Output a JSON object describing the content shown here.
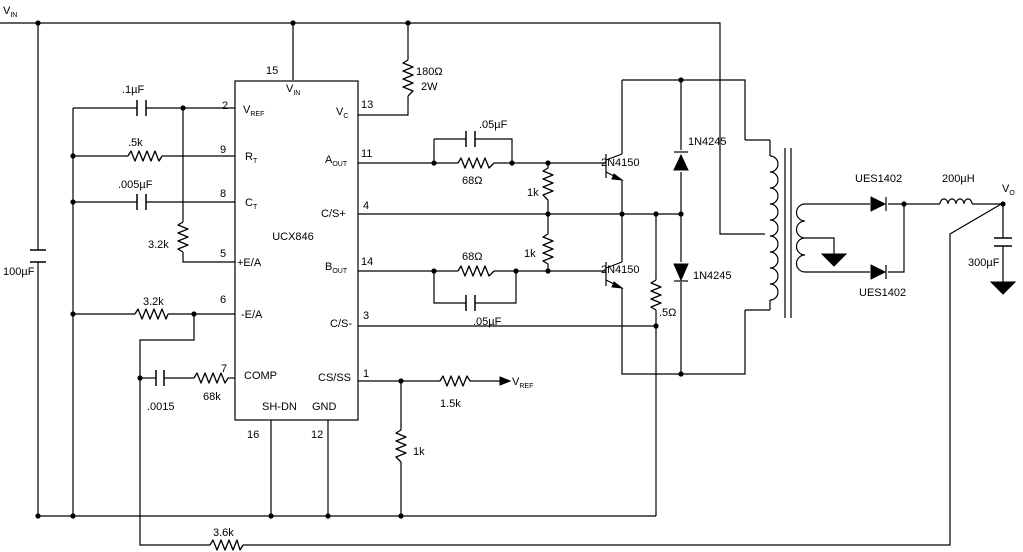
{
  "ic": {
    "name": "UCX846",
    "pins": [
      {
        "num": "15",
        "label": "V",
        "sub": "IN"
      },
      {
        "num": "2",
        "label": "V",
        "sub": "REF"
      },
      {
        "num": "9",
        "label": "R",
        "sub": "T"
      },
      {
        "num": "8",
        "label": "C",
        "sub": "T"
      },
      {
        "num": "5",
        "label": "+E/A",
        "sub": ""
      },
      {
        "num": "6",
        "label": "-E/A",
        "sub": ""
      },
      {
        "num": "7",
        "label": "COMP",
        "sub": ""
      },
      {
        "num": "13",
        "label": "V",
        "sub": "C"
      },
      {
        "num": "11",
        "label": "A",
        "sub": "OUT"
      },
      {
        "num": "4",
        "label": "C/S+",
        "sub": ""
      },
      {
        "num": "14",
        "label": "B",
        "sub": "OUT"
      },
      {
        "num": "3",
        "label": "C/S-",
        "sub": ""
      },
      {
        "num": "1",
        "label": "CS/SS",
        "sub": ""
      },
      {
        "num": "16",
        "label": "SH-DN",
        "sub": ""
      },
      {
        "num": "12",
        "label": "GND",
        "sub": ""
      }
    ]
  },
  "nets": {
    "vin": {
      "label": "V",
      "sub": "IN"
    },
    "vo": {
      "label": "V",
      "sub": "O"
    },
    "vref": {
      "label": "V",
      "sub": "REF"
    }
  },
  "components": {
    "c_vin": ".1µF",
    "r_rt": ".5k",
    "c_ct": ".005µF",
    "r_32k_a": "3.2k",
    "r_32k_b": "3.2k",
    "c_bulk": "100µF",
    "c_comp": ".0015",
    "r_comp": "68k",
    "r_fb": "3.6k",
    "r_vc_value": "180Ω",
    "r_vc_power": "2W",
    "c_a": ".05µF",
    "r_a": "68Ω",
    "r_b": "68Ω",
    "c_b": ".05µF",
    "r_1k_a": "1k",
    "r_1k_b": "1k",
    "r_cs": "1.5k",
    "r_ss": "1k",
    "r_sense": ".5Ω",
    "q_a": "2N4150",
    "q_b": "2N4150",
    "d_a": "1N4245",
    "d_b": "1N4245",
    "d_out_a": "UES1402",
    "d_out_b": "UES1402",
    "l_out": "200µH",
    "c_out": "300µF"
  }
}
